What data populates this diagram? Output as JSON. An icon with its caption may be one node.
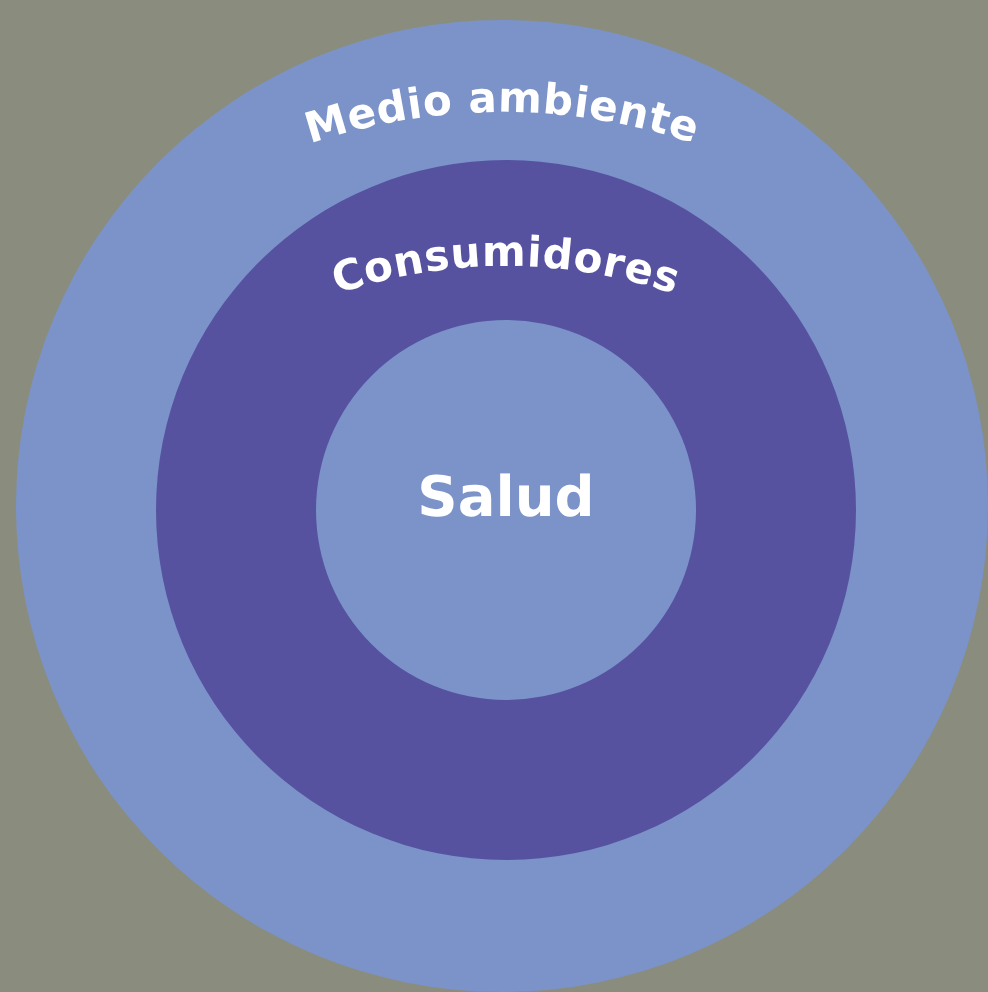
{
  "diagram": {
    "nodes": [
      {
        "text": [
          "Medio ambiente"
        ]
      },
      {
        "text": [
          "Consumidores"
        ],
        "in": 0
      },
      {
        "text": [
          "Salud"
        ],
        "in": 1
      }
    ]
  }
}
